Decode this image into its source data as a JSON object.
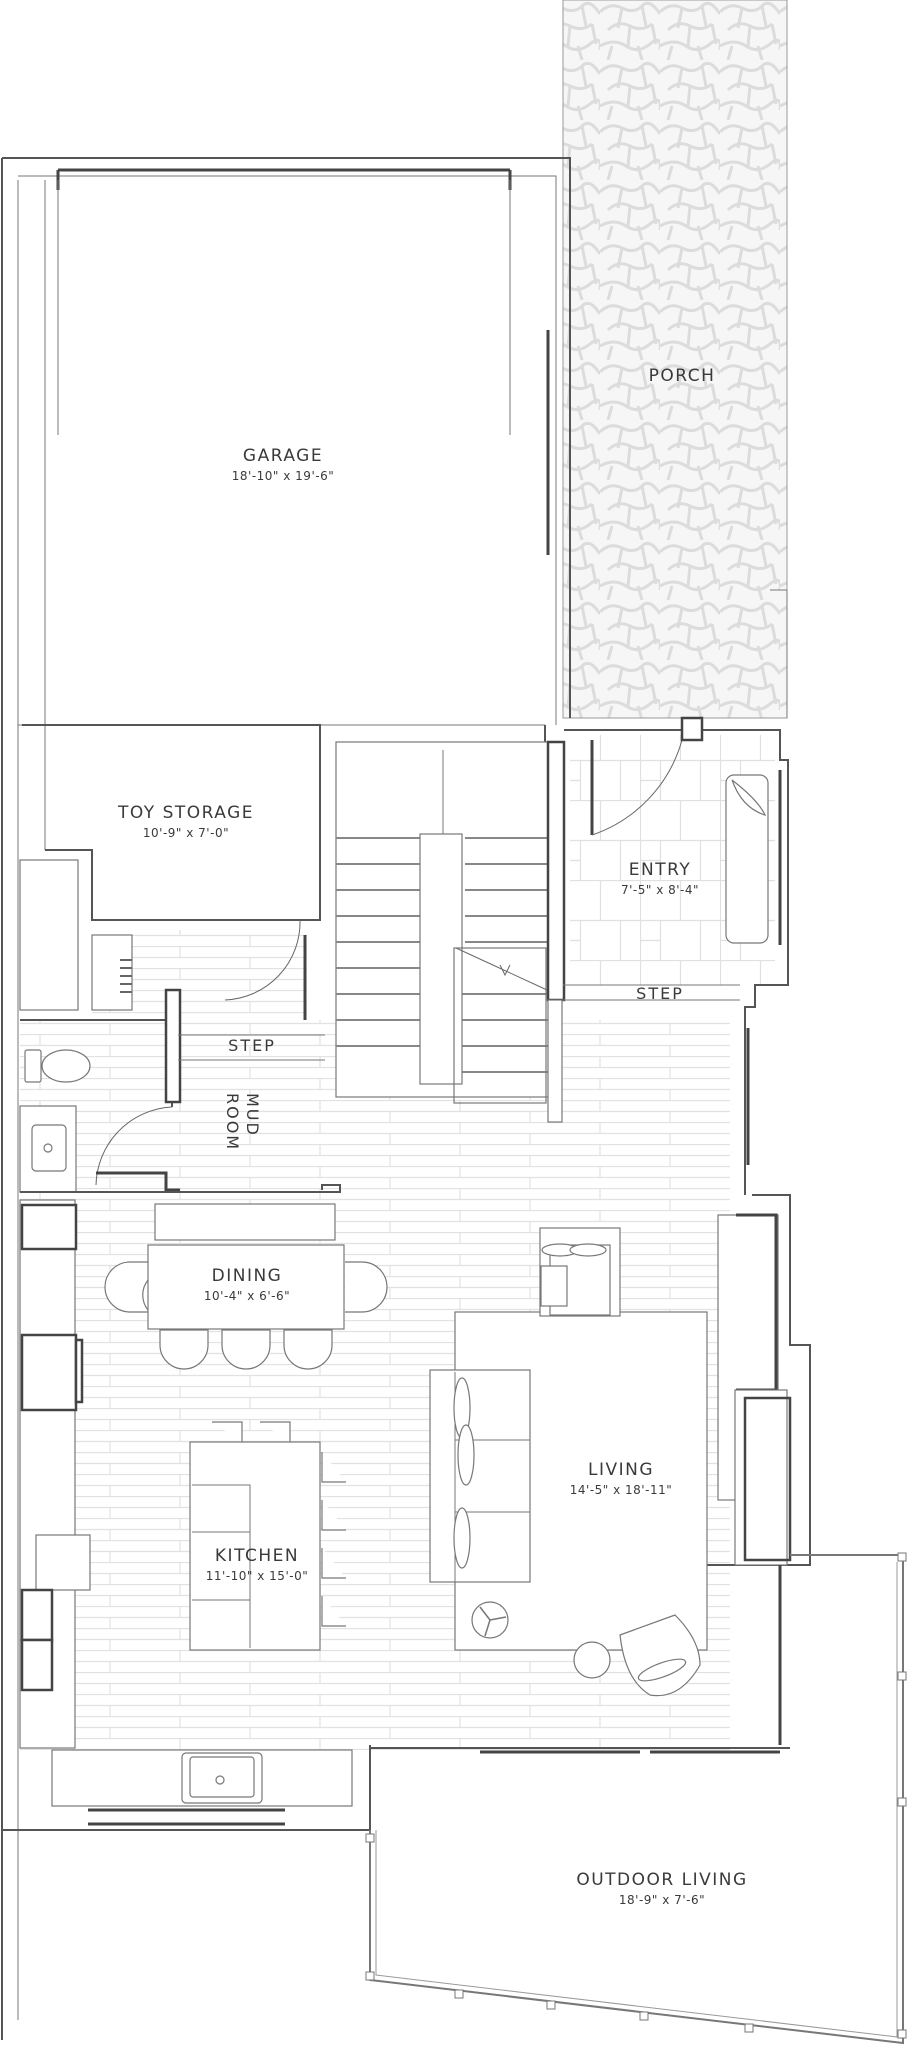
{
  "plan": {
    "type": "floor-plan",
    "colors": {
      "wall": "#555555",
      "line": "#777777",
      "floor_tile": "#dddddd",
      "stone_porch": "#e6e6e6",
      "background": "#ffffff",
      "text": "#3a3a3a"
    }
  },
  "rooms": {
    "porch": {
      "name": "PORCH"
    },
    "garage": {
      "name": "GARAGE",
      "dims": "18'-10\" x 19'-6\""
    },
    "toy_storage": {
      "name": "TOY STORAGE",
      "dims": "10'-9\" x 7'-0\""
    },
    "entry": {
      "name": "ENTRY",
      "dims": "7'-5\" x 8'-4\""
    },
    "mud_room": {
      "name": "MUD ROOM",
      "line1": "MUD",
      "line2": "ROOM"
    },
    "dining": {
      "name": "DINING",
      "dims": "10'-4\" x 6'-6\""
    },
    "living": {
      "name": "LIVING",
      "dims": "14'-5\" x 18'-11\""
    },
    "kitchen": {
      "name": "KITCHEN",
      "dims": "11'-10\" x 15'-0\""
    },
    "outdoor_living": {
      "name": "OUTDOOR LIVING",
      "dims": "18'-9\" x 7'-6\""
    }
  },
  "annotations": {
    "step_entry": "STEP",
    "step_mud": "STEP"
  }
}
